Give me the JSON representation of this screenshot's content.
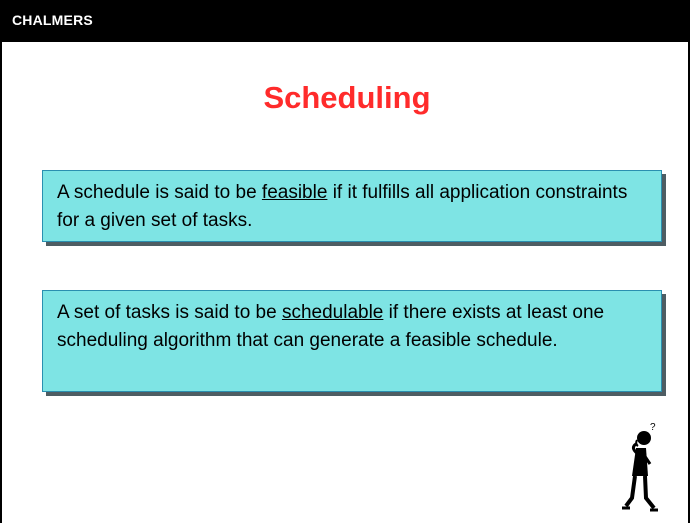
{
  "header": {
    "brand": "CHALMERS"
  },
  "slide": {
    "title": "Scheduling",
    "box1": {
      "before": "A schedule is said to be ",
      "term": "feasible",
      "after": " if it fulfills all application constraints for a given set of tasks."
    },
    "box2": {
      "before": "A set of tasks is said to be ",
      "term": "schedulable",
      "after": " if there exists at least one scheduling algorithm that can generate a feasible schedule."
    },
    "figure_icon": "thinking-person-icon",
    "colors": {
      "title": "#ff2b2b",
      "box_fill": "#7ee4e4",
      "box_border": "#2a8fb0",
      "box_shadow": "#4e5d63",
      "header_bg": "#000000"
    }
  }
}
